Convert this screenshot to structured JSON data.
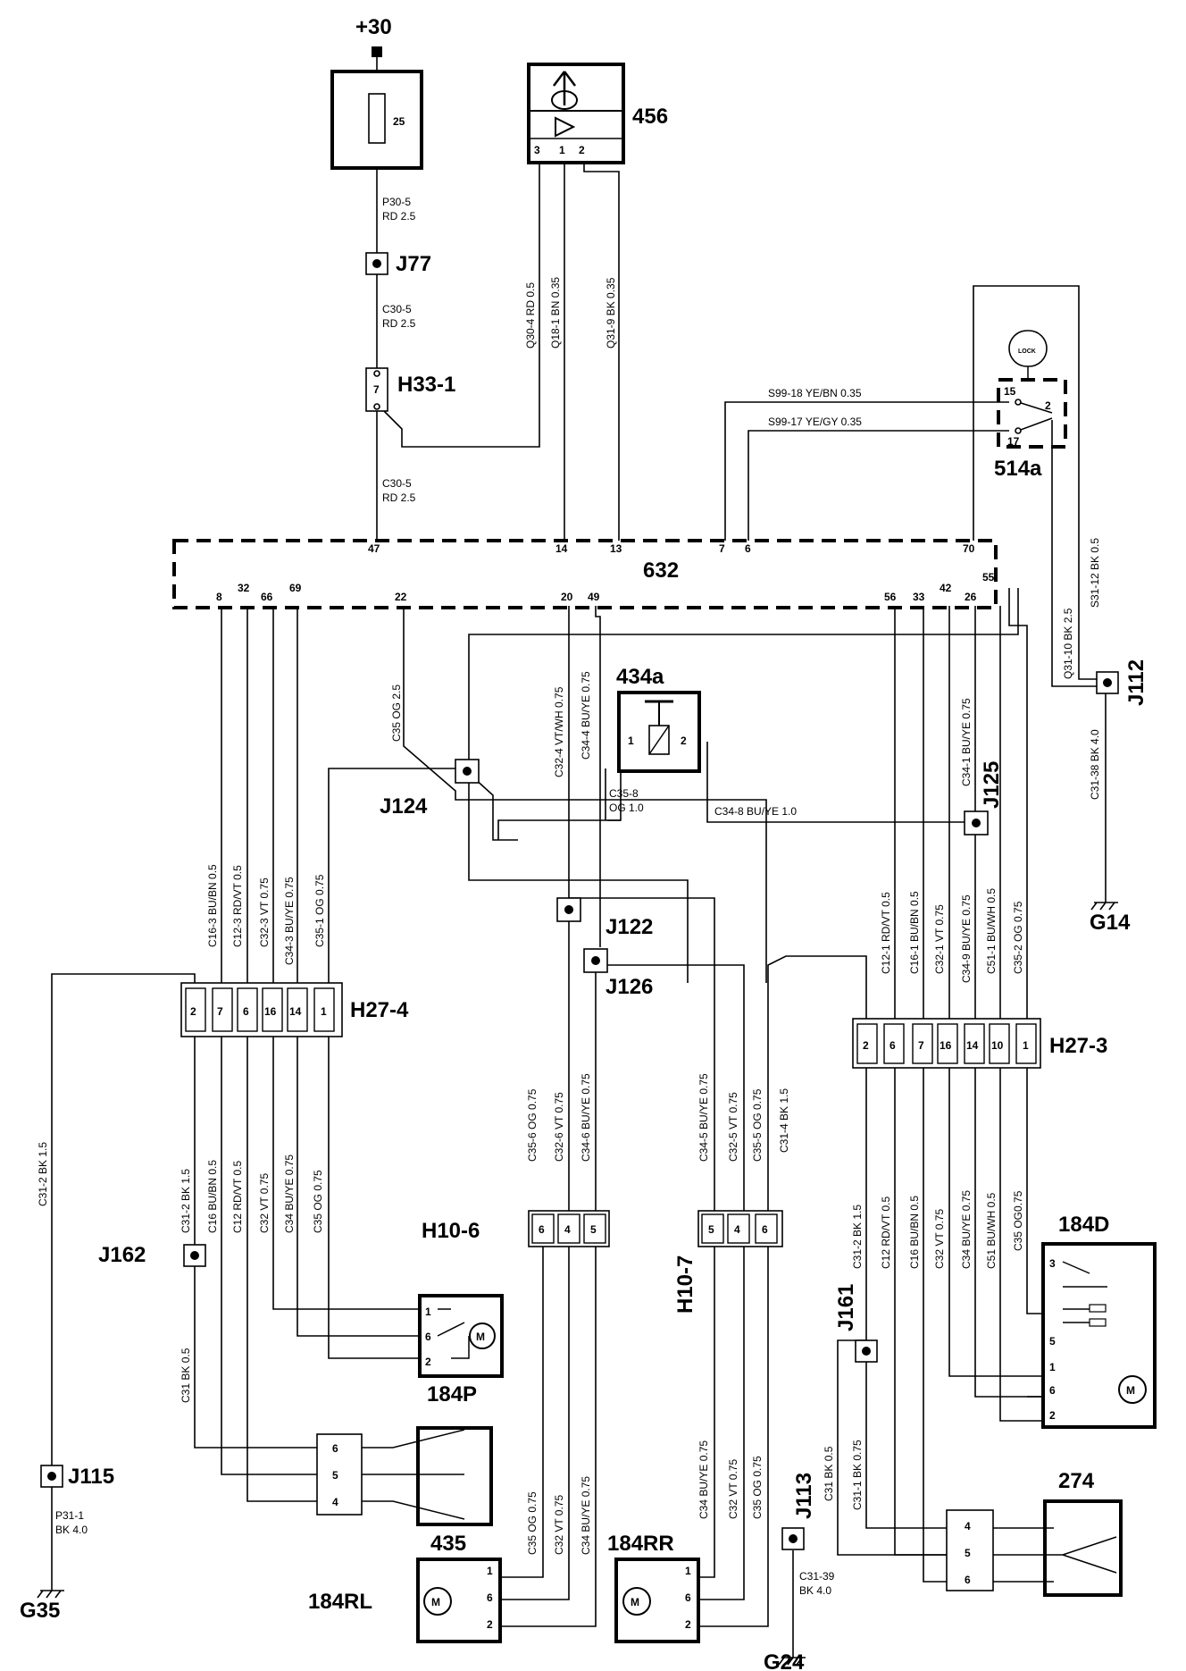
{
  "supply": {
    "label": "+30",
    "fuse_rating": "25",
    "wire": [
      "P30-5",
      "RD 2.5"
    ]
  },
  "components": {
    "j77": "J77",
    "c30a": [
      "C30-5",
      "RD 2.5"
    ],
    "h33": "H33-1",
    "h33_pin": "7",
    "c30b": [
      "C30-5",
      "RD 2.5"
    ],
    "c456": "456",
    "c456_pins": [
      "3",
      "1",
      "2"
    ],
    "q30": "Q30-4  RD 0.5",
    "q18": "Q18-1  BN 0.35",
    "q31": "Q31-9  BK 0.35",
    "lock": "LOCK",
    "s99_18": "S99-18   YE/BN  0.35",
    "s99_17": "S99-17   YE/GY  0.35",
    "c514_pins": [
      "15",
      "2",
      "17"
    ],
    "c514": "514a",
    "ecu": "632",
    "ecu_top_pins": [
      "47",
      "14",
      "13",
      "7",
      "6",
      "70"
    ],
    "ecu_bot_pins": [
      "8",
      "32",
      "66",
      "69",
      "22",
      "20",
      "49",
      "56",
      "33",
      "42",
      "26",
      "55"
    ],
    "q31_10": "Q31-10  BK 2.5",
    "s31_12": "S31-12  BK 0.5",
    "j112": "J112",
    "c31_38": "C31-38  BK 4.0",
    "g14": "G14",
    "c35_og": "C35  OG 2.5",
    "j124": "J124",
    "c434": "434a",
    "c434_pins": [
      "1",
      "2"
    ],
    "c32_4": "C32-4  VT/WH 0.75",
    "c34_4": "C34-4  BU/YE 0.75",
    "c35_8": [
      "C35-8",
      "OG 1.0"
    ],
    "c34_8": "C34-8   BU/YE   1.0",
    "j125": "J125",
    "c34_1": "C34-1  BU/YE 0.75",
    "j122": "J122",
    "j126": "J126",
    "h27_4_wires": [
      "C16-3  BU/BN  0.5",
      "C12-3  RD/VT  0.5",
      "C32-3  VT  0.75",
      "C34-3 BU/YE  0.75",
      "C35-1  OG 0.75"
    ],
    "h27_4": "H27-4",
    "h27_4_pins": [
      "2",
      "7",
      "6",
      "16",
      "14",
      "1"
    ],
    "h27_3_wires": [
      "C12-1  RD/VT  0.5",
      "C16-1  BU/BN  0.5",
      "C32-1  VT  0.75",
      "C34-9  BU/YE  0.75",
      "C51-1  BU/WH  0.5",
      "C35-2  OG 0.75"
    ],
    "h27_3": "H27-3",
    "h27_3_pins": [
      "2",
      "6",
      "7",
      "16",
      "14",
      "10",
      "1"
    ],
    "c31_2_left": "C31-2   BK  1.5",
    "h27_4_lower": [
      "C31-2  BK  1.5",
      "C16  BU/BN  0.5",
      "C12  RD/VT  0.5",
      "C32  VT  0.75",
      "C34  BU/YE  0.75",
      "C35  OG 0.75"
    ],
    "h10_6_wires": [
      "C35-6  OG 0.75",
      "C32-6  VT  0.75",
      "C34-6  BU/YE  0.75"
    ],
    "h10_6": "H10-6",
    "h10_6_pins": [
      "6",
      "4",
      "5"
    ],
    "h10_7_wires": [
      "C34-5  BU/YE  0.75",
      "C32-5  VT  0.75",
      "C35-5  OG 0.75",
      "C31-4  BK  1.5"
    ],
    "h10_7": "H10-7",
    "h10_7_pins": [
      "5",
      "4",
      "6"
    ],
    "h27_3_lower": [
      "C31-2  BK  1.5",
      "C12  RD/VT  0.5",
      "C16  BU/BN  0.5",
      "C32  VT  0.75",
      "C34  BU/YE  0.75",
      "C51  BU/WH  0.5",
      "C35  OG0.75"
    ],
    "j162": "J162",
    "c31_bk": "C31  BK  0.5",
    "j115": "J115",
    "p31": [
      "P31-1",
      "BK  4.0"
    ],
    "g35": "G35",
    "c184p": "184P",
    "c184p_pins": [
      "1",
      "6",
      "2"
    ],
    "c435_pins": [
      "6",
      "5",
      "4"
    ],
    "c435": "435",
    "c184rl": "184RL",
    "c184rl_pins": [
      "1",
      "6",
      "2"
    ],
    "rl_wires": [
      "C35  OG 0.75",
      "C32  VT  0.75",
      "C34  BU/YE  0.75"
    ],
    "c184rr": "184RR",
    "c184rr_pins": [
      "1",
      "6",
      "2"
    ],
    "rr_wires": [
      "C34  BU/YE  0.75",
      "C32  VT  0.75",
      "C35  OG 0.75"
    ],
    "j113": "J113",
    "c31_39": [
      "C31-39",
      "BK 4.0"
    ],
    "g24": "G24",
    "j161": "J161",
    "c31_1": "C31-1  BK 0.75",
    "c31_j113": "C31  BK  0.5",
    "c184d": "184D",
    "c184d_pins": [
      "3",
      "5",
      "1",
      "6",
      "2"
    ],
    "c274": "274",
    "c274_pins": [
      "4",
      "5",
      "6"
    ]
  }
}
